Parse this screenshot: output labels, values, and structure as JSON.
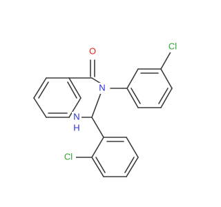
{
  "molecule": {
    "atoms": {
      "O": "O",
      "N3": "N",
      "N1": "N",
      "H1": "H",
      "Cl_para": "Cl",
      "Cl_ortho": "Cl"
    },
    "colors": {
      "carbon_bond": "#3a3a3a",
      "oxygen": "#e8221c",
      "nitrogen": "#2b2bd8",
      "chlorine": "#2ea62e",
      "background": "#ffffff"
    }
  }
}
